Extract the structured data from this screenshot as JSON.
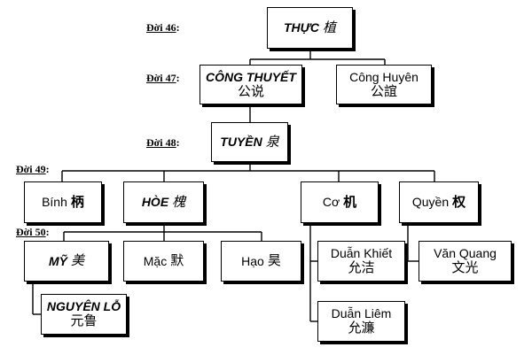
{
  "generations": [
    {
      "label": "Đời 46",
      "suffix": ":"
    },
    {
      "label": "Đời 47",
      "suffix": ":"
    },
    {
      "label": "Đời 48",
      "suffix": ":"
    },
    {
      "label": "Đời 49",
      "suffix": ":"
    },
    {
      "label": "Đời 50",
      "suffix": ":"
    }
  ],
  "people": {
    "thuc": {
      "name": "THỰC",
      "han": "植"
    },
    "cong_thuyet": {
      "name": "CÔNG THUYẾT",
      "han": "公说"
    },
    "cong_huyen": {
      "name": "Công Huyên",
      "han": "公誼"
    },
    "tuyen": {
      "name": "TUYỀN",
      "han": "泉"
    },
    "binh": {
      "name": "Bính",
      "han": "柄"
    },
    "hoe": {
      "name": "HÒE",
      "han": "槐"
    },
    "co": {
      "name": "Cơ",
      "han": "机"
    },
    "quyen": {
      "name": "Quyền",
      "han": "权"
    },
    "my": {
      "name": "MỸ",
      "han": "美"
    },
    "mac": {
      "name": "Mặc",
      "han": "默"
    },
    "hao": {
      "name": "Hạo",
      "han": "昊"
    },
    "doan_khiet": {
      "name": "Duẫn Khiết",
      "han": "允洁"
    },
    "van_quang": {
      "name": "Văn Quang",
      "han": "文光"
    },
    "nguyen_lo": {
      "name": "NGUYÊN LỖ",
      "han": "元鲁"
    },
    "doan_liem": {
      "name": "Duẫn Liêm",
      "han": "允濂"
    }
  }
}
